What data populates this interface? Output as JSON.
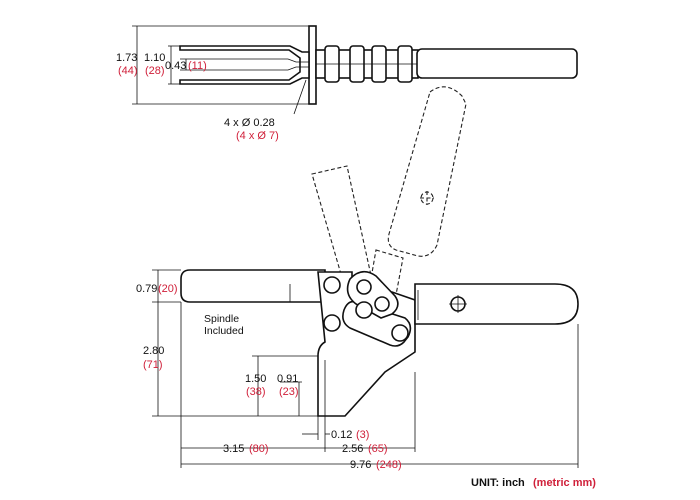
{
  "top_view": {
    "dim_overall": {
      "inch": "1.73",
      "mm": "(44)"
    },
    "dim_inner": {
      "inch": "1.10",
      "mm": "(28)"
    },
    "dim_gap": {
      "inch": "0.43",
      "mm": "(11)"
    },
    "holes": {
      "inch": "4 x Ø 0.28",
      "mm": "(4 x Ø 7)"
    }
  },
  "side_view": {
    "dim_arm_height": {
      "inch": "0.79",
      "mm": "(20)"
    },
    "dim_total_height": {
      "inch": "2.80",
      "mm": "(71)"
    },
    "dim_height_a": {
      "inch": "1.50",
      "mm": "(38)"
    },
    "dim_height_b": {
      "inch": "0.91",
      "mm": "(23)"
    },
    "dim_base_thickness": {
      "inch": "0.12",
      "mm": "(3)"
    },
    "dim_left": {
      "inch": "3.15",
      "mm": "(80)"
    },
    "dim_right": {
      "inch": "2.56",
      "mm": "(65)"
    },
    "dim_total_length": {
      "inch": "9.76",
      "mm": "(248)"
    },
    "note_line1": "Spindle",
    "note_line2": "Included"
  },
  "units": {
    "label": "UNIT: inch",
    "metric": "(metric mm)"
  }
}
